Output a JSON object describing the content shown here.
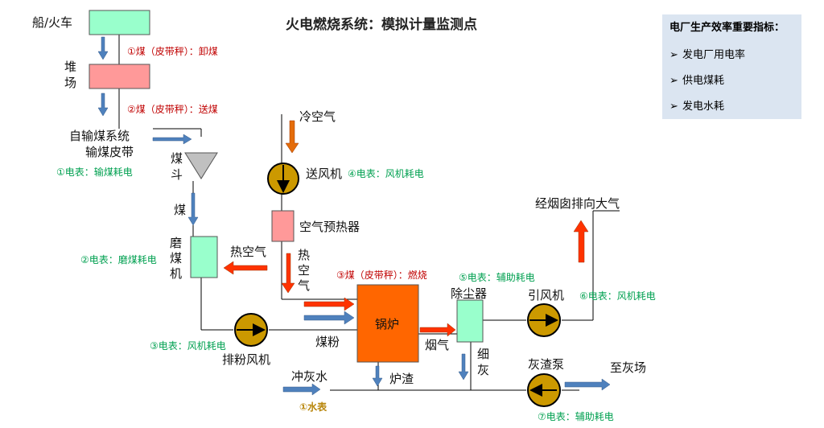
{
  "title": "火电燃烧系统：模拟计量监测点",
  "panel": {
    "title": "电厂生产效率重要指标：",
    "items": [
      "发电厂用电率",
      "供电煤耗",
      "发电水耗"
    ]
  },
  "labels": {
    "ship_train": "船/火车",
    "yard_1": "堆",
    "yard_2": "场",
    "conveyor_system": "自输煤系统",
    "conveyor_belt": "输煤皮带",
    "hopper_1": "煤",
    "hopper_2": "斗",
    "coal": "煤",
    "mill_1": "磨",
    "mill_2": "煤",
    "mill_3": "机",
    "hot_air": "热空气",
    "hot_air_v1": "热",
    "hot_air_v2": "空",
    "hot_air_v3": "气",
    "cold_air": "冷空气",
    "fd_fan": "送风机",
    "air_preheater": "空气预热器",
    "stack": "经烟囱排向大气",
    "boiler": "锅炉",
    "dust_collector": "除尘器",
    "id_fan": "引风机",
    "flue_gas": "烟气",
    "coal_powder": "煤粉",
    "exhaust_fan": "排粉风机",
    "fine_ash_1": "细",
    "fine_ash_2": "灰",
    "slag_pump": "灰渣泵",
    "to_ash_yard": "至灰场",
    "flush_water": "冲灰水",
    "furnace_slag": "炉渣"
  },
  "meters": {
    "m1": "①煤（皮带秤）：卸煤",
    "m2": "②煤（皮带秤）：送煤",
    "m3": "③煤（皮带秤）：燃烧",
    "e1": "①电表：输煤耗电",
    "e2": "②电表：磨煤耗电",
    "e3": "③电表：风机耗电",
    "e4": "④电表：风机耗电",
    "e5": "⑤电表：辅助耗电",
    "e6": "⑥电表：风机耗电",
    "e7": "⑦电表：辅助耗电",
    "w1": "①水表"
  },
  "colors": {
    "green_box": "#99ffcc",
    "pink_box": "#ff9999",
    "boiler": "#ff6600",
    "fan": "#cc9900",
    "blue_arrow": "#4f81bd",
    "red_arrow": "#ff3300",
    "panel_bg": "#dbe5f1"
  }
}
